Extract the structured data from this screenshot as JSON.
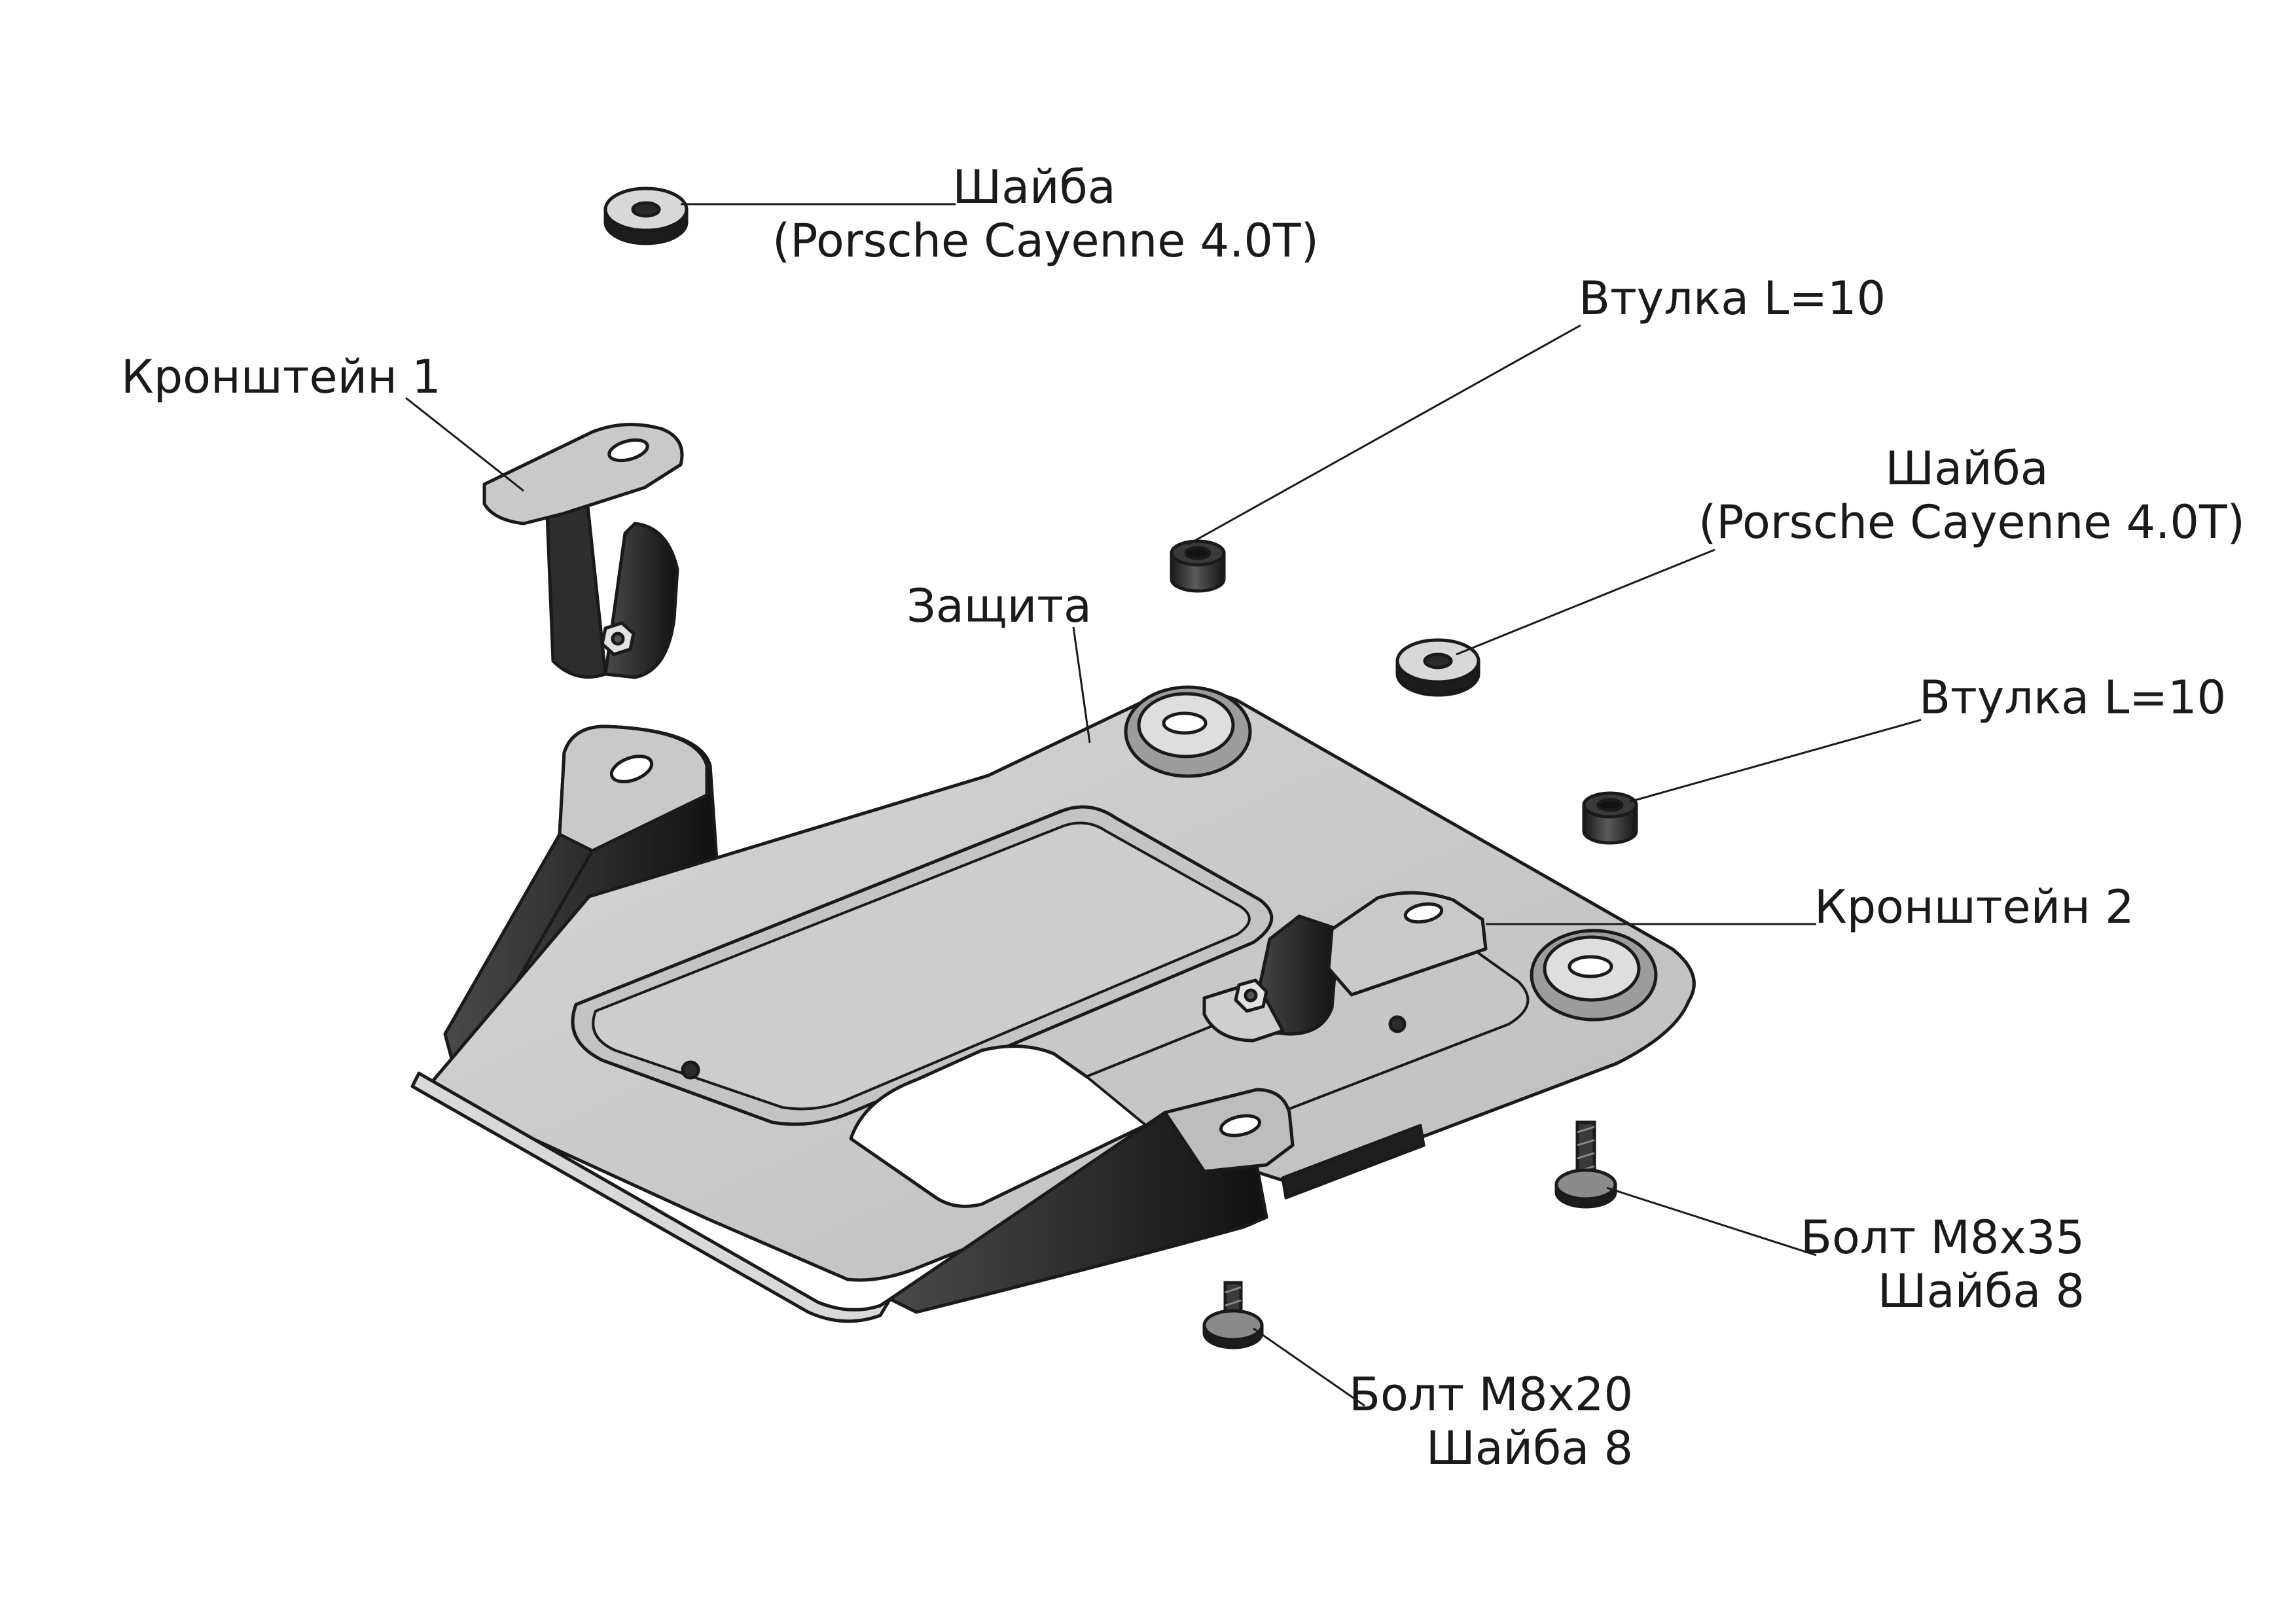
{
  "labels": {
    "washer_top": {
      "line1": "Шайба",
      "line2": "(Porsche Cayenne 4.0T)"
    },
    "bushing_top": "Втулка L=10",
    "bracket1": "Кронштейн 1",
    "washer_right": {
      "line1": "Шайба",
      "line2": "(Porsche Cayenne 4.0T)"
    },
    "shield": "Защита",
    "bushing_right": "Втулка L=10",
    "bracket2": "Кронштейн 2",
    "bolt_m8x35": {
      "line1": "Болт М8х35",
      "line2": "Шайба 8"
    },
    "bolt_m8x20": {
      "line1": "Болт М8х20",
      "line2": "Шайба 8"
    }
  },
  "colors": {
    "metal_light": "#cfcfcf",
    "metal_mid": "#a9a9a9",
    "metal_dark": "#1e1e1e",
    "line": "#1a1a1a"
  }
}
